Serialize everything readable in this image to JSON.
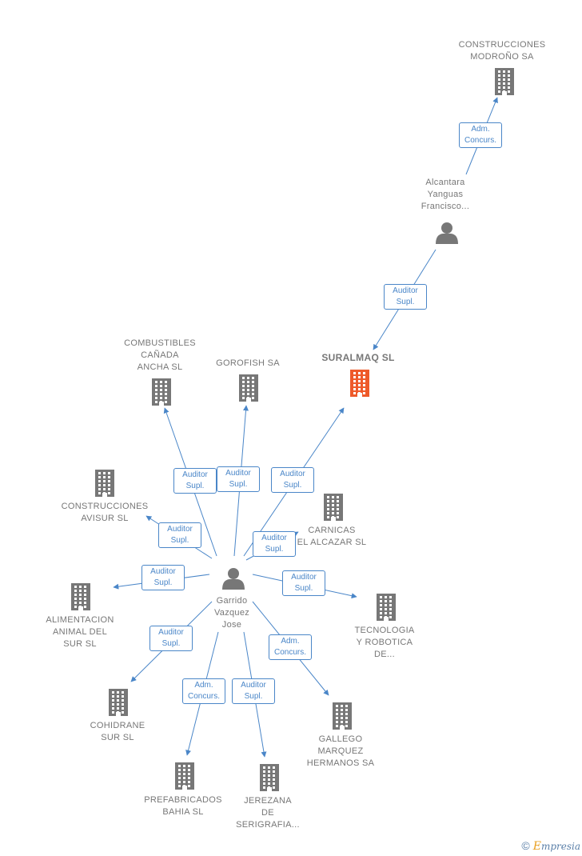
{
  "colors": {
    "company": "#777777",
    "focus": "#ee5a2a",
    "person": "#777777",
    "edge": "#4a86c8"
  },
  "nodes": [
    {
      "id": "construcciones_modrono",
      "type": "company",
      "label": "CONSTRUCCIONES\nMODROÑO SA"
    },
    {
      "id": "alcantara",
      "type": "person",
      "label": "Alcantara\nYanguas\nFrancisco..."
    },
    {
      "id": "suralmaq",
      "type": "focus",
      "label": "SURALMAQ SL"
    },
    {
      "id": "combustibles",
      "type": "company",
      "label": "COMBUSTIBLES\nCAÑADA\nANCHA SL"
    },
    {
      "id": "gorofish",
      "type": "company",
      "label": "GOROFISH SA"
    },
    {
      "id": "avisur",
      "type": "company",
      "label": "CONSTRUCCIONES\nAVISUR SL"
    },
    {
      "id": "carnicas",
      "type": "company",
      "label": "CARNICAS\nEL ALCAZAR SL"
    },
    {
      "id": "garrido",
      "type": "person",
      "label": "Garrido\nVazquez\nJose"
    },
    {
      "id": "alimentacion",
      "type": "company",
      "label": "ALIMENTACION\nANIMAL DEL\nSUR SL"
    },
    {
      "id": "tecnologia",
      "type": "company",
      "label": "TECNOLOGIA\nY ROBOTICA\nDE..."
    },
    {
      "id": "cohidrane",
      "type": "company",
      "label": "COHIDRANE\nSUR SL"
    },
    {
      "id": "gallego",
      "type": "company",
      "label": "GALLEGO\nMARQUEZ\nHERMANOS SA"
    },
    {
      "id": "prefabricados",
      "type": "company",
      "label": "PREFABRICADOS\nBAHIA SL"
    },
    {
      "id": "jerezana",
      "type": "company",
      "label": "JEREZANA\nDE\nSERIGRAFIA..."
    }
  ],
  "edges": [
    {
      "from": "alcantara",
      "to": "construcciones_modrono",
      "label": "Adm.\nConcurs."
    },
    {
      "from": "alcantara",
      "to": "suralmaq",
      "label": "Auditor\nSupl."
    },
    {
      "from": "garrido",
      "to": "combustibles",
      "label": "Auditor\nSupl."
    },
    {
      "from": "garrido",
      "to": "gorofish",
      "label": "Auditor\nSupl."
    },
    {
      "from": "garrido",
      "to": "suralmaq",
      "label": "Auditor\nSupl."
    },
    {
      "from": "garrido",
      "to": "avisur",
      "label": "Auditor\nSupl."
    },
    {
      "from": "garrido",
      "to": "carnicas",
      "label": "Auditor\nSupl."
    },
    {
      "from": "garrido",
      "to": "alimentacion",
      "label": "Auditor\nSupl."
    },
    {
      "from": "garrido",
      "to": "tecnologia",
      "label": "Auditor\nSupl."
    },
    {
      "from": "garrido",
      "to": "cohidrane",
      "label": "Auditor\nSupl."
    },
    {
      "from": "garrido",
      "to": "gallego",
      "label": "Adm.\nConcurs."
    },
    {
      "from": "garrido",
      "to": "prefabricados",
      "label": "Adm.\nConcurs."
    },
    {
      "from": "garrido",
      "to": "jerezana",
      "label": "Auditor\nSupl."
    }
  ],
  "footer": {
    "copyright": "©",
    "brand_first": "E",
    "brand_rest": "mpresia"
  }
}
